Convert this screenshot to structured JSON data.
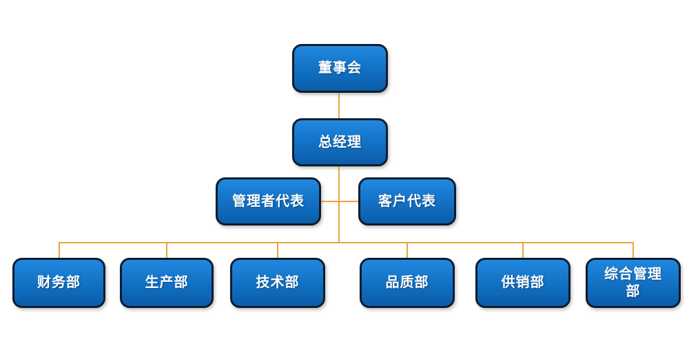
{
  "diagram": {
    "type": "org-chart",
    "nodes": [
      {
        "id": "board",
        "label": "董事会",
        "level": 1
      },
      {
        "id": "general-manager",
        "label": "总经理",
        "level": 2
      },
      {
        "id": "management-rep",
        "label": "管理者代表",
        "level": 3
      },
      {
        "id": "customer-rep",
        "label": "客户代表",
        "level": 3
      },
      {
        "id": "finance-dept",
        "label": "财务部",
        "level": 4
      },
      {
        "id": "production-dept",
        "label": "生产部",
        "level": 4
      },
      {
        "id": "technology-dept",
        "label": "技术部",
        "level": 4
      },
      {
        "id": "quality-dept",
        "label": "品质部",
        "level": 4
      },
      {
        "id": "supply-dept",
        "label": "供销部",
        "level": 4
      },
      {
        "id": "general-admin-dept",
        "label": "综合管理部",
        "level": 4
      }
    ],
    "edges": [
      [
        "董事会",
        "总经理"
      ],
      [
        "总经理",
        "管理者代表"
      ],
      [
        "总经理",
        "客户代表"
      ],
      [
        "总经理",
        "财务部"
      ],
      [
        "总经理",
        "生产部"
      ],
      [
        "总经理",
        "技术部"
      ],
      [
        "总经理",
        "品质部"
      ],
      [
        "总经理",
        "供销部"
      ],
      [
        "总经理",
        "综合管理部"
      ]
    ],
    "colors": {
      "box_gradient_top": "#2189e0",
      "box_gradient_bottom": "#0a5ca8",
      "box_border": "#0e1c2e",
      "connector": "#eda23c",
      "text": "#ffffff",
      "background": "#ffffff"
    }
  }
}
